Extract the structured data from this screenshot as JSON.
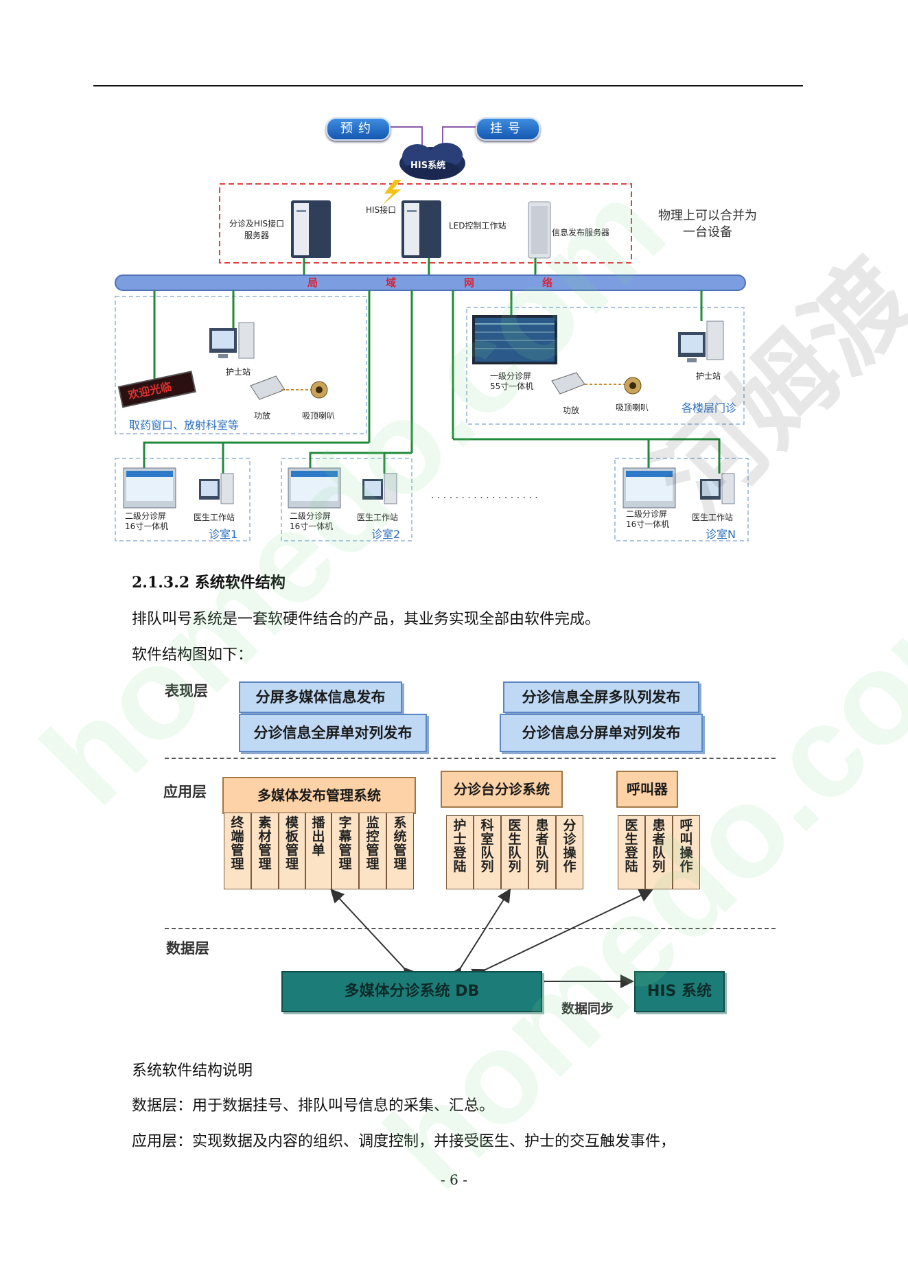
{
  "network": {
    "booking": "预约",
    "register": "挂号",
    "his_system": "HIS系统",
    "his_interface": "HIS接口",
    "triage_his_server": [
      "分诊及HIS接口",
      "服务器"
    ],
    "led_workstation": "LED控制工作站",
    "info_server": "信息发布服务器",
    "physical_note": [
      "物理上可以合并为",
      "一台设备"
    ],
    "lan_chars": [
      "局",
      "域",
      "网",
      "络"
    ],
    "welcome_led": "欢迎光临",
    "nurse_station": "护士站",
    "amplifier": "功放",
    "ceiling_speaker": "吸顶喇叭",
    "pharmacy_area": "取药窗口、放射科室等",
    "level1_screen": [
      "一级分诊屏",
      "55寸一体机"
    ],
    "floor_clinics": "各楼层门诊",
    "level2_screen": [
      "二级分诊屏",
      "16寸一体机"
    ],
    "doctor_ws": "医生工作站",
    "room1": "诊室1",
    "room2": "诊室2",
    "roomN": "诊室N",
    "ellipsis": "· · · · · · · · · · · · · · · · · ·"
  },
  "doc": {
    "section_title": "2.1.3.2 系统软件结构",
    "para1": "排队叫号系统是一套软硬件结合的产品，其业务实现全部由软件完成。",
    "para2": "软件结构图如下：",
    "para3": "系统软件结构说明",
    "para4": "数据层：用于数据挂号、排队叫号信息的采集、汇总。",
    "para5": "应用层：实现数据及内容的组织、调度控制，并接受医生、护士的交互触发事件，",
    "page_number": "- 6 -"
  },
  "software": {
    "presentation_layer": "表现层",
    "application_layer": "应用层",
    "data_layer": "数据层",
    "pres_boxes": [
      "分屏多媒体信息发布",
      "分诊信息全屏单对列发布",
      "分诊信息全屏多队列发布",
      "分诊信息分屏单对列发布"
    ],
    "mm_mgmt": "多媒体发布管理系统",
    "mm_cols": [
      "终端管理",
      "素材管理",
      "模板管理",
      "播出单",
      "字幕管理",
      "监控管理",
      "系统管理"
    ],
    "triage_sys": "分诊台分诊系统",
    "triage_cols": [
      "护士登陆",
      "科室队列",
      "医生队列",
      "患者队列",
      "分诊操作"
    ],
    "caller": "呼叫器",
    "caller_cols": [
      "医生登陆",
      "患者队列",
      "呼叫操作"
    ],
    "db": "多媒体分诊系统 DB",
    "his": "HIS 系统",
    "sync": "数据同步"
  },
  "watermark": [
    "homedo.com",
    "河姆渡"
  ],
  "colors": {
    "lan": "#6f93d6",
    "green_line": "#1f8a3a",
    "dash_red": "#e04040"
  }
}
